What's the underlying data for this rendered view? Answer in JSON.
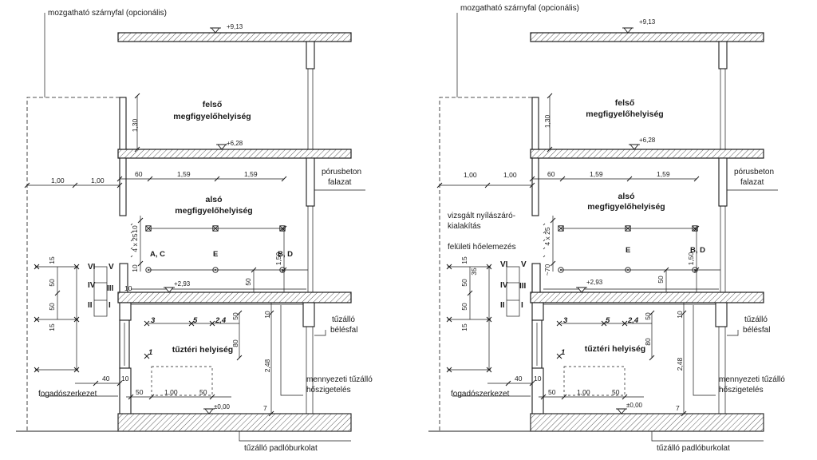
{
  "panels": [
    {
      "top_label": "mozgatható szárnyfal (opcionális)",
      "levels": {
        "top": "+9,13",
        "mid": "+6,28",
        "low": "+2,93",
        "floor": "±0,00"
      },
      "rooms": {
        "upper1": "felső",
        "upper2": "megfigyelőhelyiség",
        "lower1": "alsó",
        "lower2": "megfigyelőhelyiség",
        "fire": "tűztéri helyiség"
      },
      "labels": {
        "porus1": "pórusbeton",
        "porus2": "falazat",
        "belesfal1": "tűzálló",
        "belesfal2": "bélésfal",
        "menny1": "mennyezeti tűzálló",
        "menny2": "hőszigetelés",
        "fogado": "fogadószerkezet",
        "padlo": "tűzálló padlóburkolat",
        "vizsgalt1": "",
        "vizsgalt2": "",
        "feluleti": ""
      },
      "dims": {
        "d130": "1,30",
        "d100a": "1,00",
        "d100b": "1,00",
        "d60": "60",
        "d159a": "1,59",
        "d159b": "1,59",
        "d10a": "10",
        "d4x25": "4 x 25",
        "d10b": "10",
        "d150": "1,50",
        "d50a": "50",
        "d15a": "15",
        "d50b": "50",
        "d50c": "50",
        "d15b": "15",
        "d10c": "10",
        "d50d": "50",
        "d80": "80",
        "d248": "2,48",
        "d40": "40",
        "d10d": "10",
        "d50e": "50",
        "d100c": "1,00",
        "d50f": "50",
        "d7": "7",
        "d10e": "10"
      },
      "points": {
        "ac": "A, C",
        "e": "E",
        "bd": "B, D",
        "p3": "3",
        "p5": "5",
        "p24": "2,4",
        "p1": "1"
      },
      "roman": [
        "VI",
        "V",
        "IV",
        "III",
        "II",
        "I"
      ]
    },
    {
      "top_label": "mozgatható szárnyfal (opcionális)",
      "levels": {
        "top": "+9,13",
        "mid": "+6,28",
        "low": "+2,93",
        "floor": "±0,00"
      },
      "rooms": {
        "upper1": "felső",
        "upper2": "megfigyelőhelyiség",
        "lower1": "alsó",
        "lower2": "megfigyelőhelyiség",
        "fire": "tűztéri helyiség"
      },
      "labels": {
        "porus1": "pórusbeton",
        "porus2": "falazat",
        "belesfal1": "tűzálló",
        "belesfal2": "bélésfal",
        "menny1": "mennyezeti tűzálló",
        "menny2": "hőszigetelés",
        "fogado": "fogadószerkezet",
        "padlo": "tűzálló padlóburkolat",
        "vizsgalt1": "vizsgált nyílászáró-",
        "vizsgalt2": "kialakítás",
        "feluleti": "felületi hőelemezés"
      },
      "dims": {
        "d130": "1,30",
        "d100a": "1,00",
        "d100b": "1,00",
        "d60": "60",
        "d159a": "1,59",
        "d159b": "1,59",
        "d10a": "",
        "d4x25": "4 x 25",
        "d10b": "~70",
        "d150": "1,50",
        "d50a": "50",
        "d15a": "15",
        "d50b": "50",
        "d50c": "50",
        "d15b": "15",
        "d10c": "35",
        "d50d": "50",
        "d80": "80",
        "d248": "2,48",
        "d40": "40",
        "d10d": "10",
        "d50e": "50",
        "d100c": "1,00",
        "d50f": "50",
        "d7": "7",
        "d10e": "10"
      },
      "points": {
        "ac": "",
        "e": "E",
        "bd": "B, D",
        "p3": "3",
        "p5": "5",
        "p24": "2,4",
        "p1": "1"
      },
      "roman": [
        "VI",
        "V",
        "IV",
        "III",
        "II",
        "I"
      ]
    }
  ]
}
